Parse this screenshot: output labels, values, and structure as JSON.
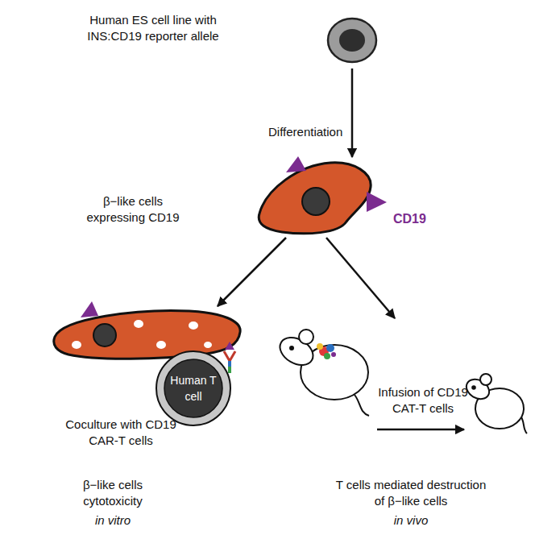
{
  "diagram": {
    "nodes": [
      {
        "text": [
          "Human ES cell line with INS:CD19 reporter allele"
        ]
      },
      {
        "text": [
          "β−like cells expressing CD19"
        ]
      },
      {
        "text": [
          "Coculture with CD19 CAR-T cells"
        ]
      },
      {
        "text": [
          "Human T cell"
        ],
        "in": 2
      },
      {
        "text": [
          "Infusion of CD19 CAT-T cells"
        ]
      }
    ],
    "edges": [
      {
        "from": 0,
        "to": 1,
        "arrow": "to",
        "label": "Differentiation"
      },
      {
        "from": 1,
        "to": 2,
        "arrow": "to"
      },
      {
        "from": 1,
        "to": 4,
        "arrow": "to"
      }
    ],
    "labels": [
      "CD19",
      "β−like cells cytotoxicity",
      "in vitro",
      "T cells mediated destruction of β−like cells",
      "in vivo"
    ]
  }
}
